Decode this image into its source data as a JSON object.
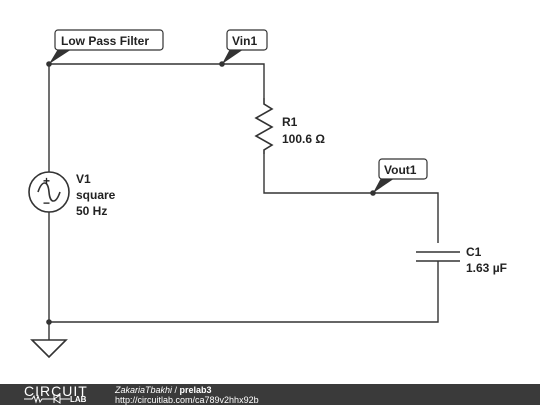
{
  "circuit": {
    "net_labels": {
      "ground_net": "Low Pass Filter",
      "input_net": "Vin1",
      "output_net": "Vout1"
    },
    "components": {
      "source": {
        "ref": "V1",
        "type": "square",
        "frequency": "50 Hz"
      },
      "resistor": {
        "ref": "R1",
        "value": "100.6 Ω"
      },
      "capacitor": {
        "ref": "C1",
        "value": "1.63 µF"
      }
    }
  },
  "footer": {
    "logo_top": "CIRCUIT",
    "logo_bottom": "LAB",
    "author": "ZakariaTbakhi",
    "separator": " / ",
    "project": "prelab3",
    "url": "http://circuitlab.com/ca789v2hhx92b"
  }
}
